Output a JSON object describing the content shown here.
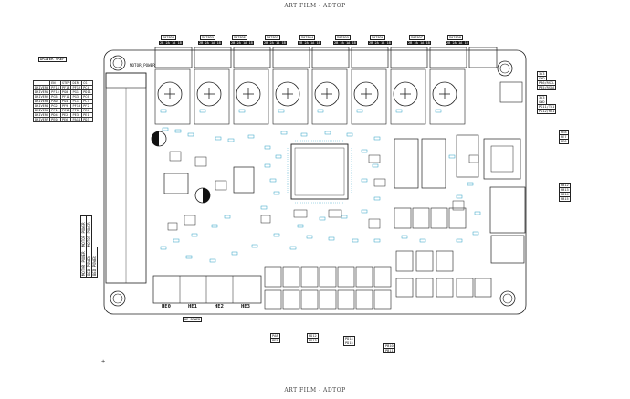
{
  "header": {
    "title_top": "ART FILM - ADTOP",
    "title_bottom": "ART FILM - ADTOP"
  },
  "motor_connectors": [
    {
      "name": "MOTOR0",
      "pins": "2B 2A 1A 1B"
    },
    {
      "name": "MOTOR1",
      "pins": "2B 2A 1A 1B"
    },
    {
      "name": "MOTOR2",
      "pins": "2B 2A 1A 1B"
    },
    {
      "name": "MOTOR3",
      "pins": "2B 2A 1A 1B"
    },
    {
      "name": "MOTOR4",
      "pins": "2B 2A 1A 1B"
    },
    {
      "name": "MOTOR5",
      "pins": "2B 2A 1A 1B"
    },
    {
      "name": "MOTOR6",
      "pins": "2B 2A 1A 1B"
    },
    {
      "name": "MOTOR7",
      "pins": "2B 2A 1A 1B"
    },
    {
      "name": "MOTOR8",
      "pins": "2B 2A 1A 1B"
    }
  ],
  "driver_table": {
    "header": [
      "",
      "EN",
      "STEP",
      "DIR",
      "CS"
    ],
    "rows": [
      [
        "DRIVER0",
        "PF14",
        "PF13",
        "PF12",
        "PC4"
      ],
      [
        "DRIVER1",
        "PF15",
        "PG0",
        "PG1",
        "PD11"
      ],
      [
        "DRIVER2",
        "PG5",
        "PF11",
        "PG3",
        "PC6"
      ],
      [
        "DRIVER3",
        "PA0",
        "PG4",
        "PC1",
        "PC7"
      ],
      [
        "DRIVER4",
        "PG2",
        "PF9",
        "PF10",
        "PF2"
      ],
      [
        "DRIVER5",
        "PF1",
        "PC13",
        "PF0",
        "PE4"
      ],
      [
        "DRIVER6",
        "PD4",
        "PE2",
        "PE3",
        "PE1"
      ],
      [
        "DRIVER7",
        "PE0",
        "PE6",
        "PA14",
        "PD3"
      ]
    ]
  },
  "driver_vref": "DRIVER VREF",
  "power_labels": [
    "MOTOR POWER",
    "MOTOR POWER",
    "MOTOR POWER",
    "BED POWER",
    "BED POWER"
  ],
  "motor_power_label": "MOTOR_POWER",
  "heater_labels": [
    "HE0",
    "HE1",
    "HE2",
    "HE3"
  ],
  "heater_sub": "HE POWER",
  "pin_labels": {
    "right_top": [
      "3V3",
      "GND",
      "PB6/RSCL",
      "PB5/RSDA",
      "3V3",
      "GND",
      "PG11/TX1",
      "PG12/RX1"
    ],
    "right_mid": [
      "PE8",
      "PE7",
      "PE6",
      "PB12",
      "PB13",
      "PB14",
      "PB15"
    ],
    "misc": [
      "PA8",
      "PE5",
      "PD12",
      "PD13",
      "PD14",
      "PD15",
      "PB10",
      "PB11"
    ]
  },
  "colors": {
    "line": "#1a1a1a",
    "cyan": "#2a9fc4",
    "board": "#ffffff",
    "dark": "#1a1a1a"
  }
}
